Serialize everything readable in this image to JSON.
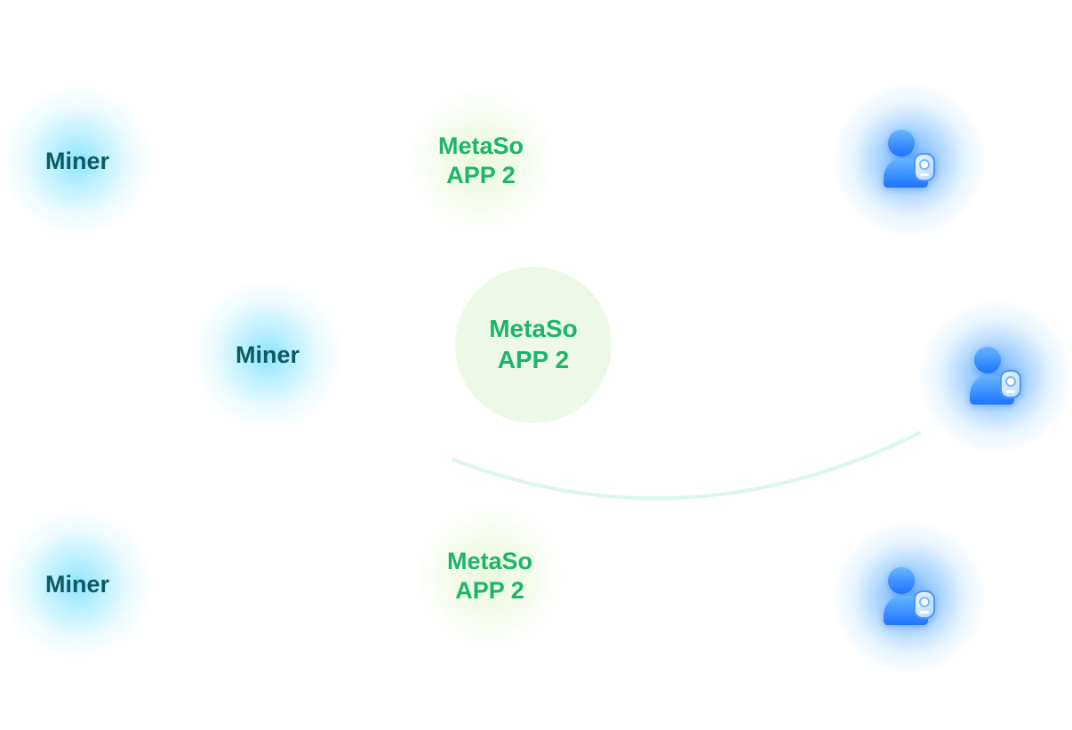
{
  "diagram": {
    "miners": [
      {
        "label": "Miner"
      },
      {
        "label": "Miner"
      },
      {
        "label": "Miner"
      }
    ],
    "apps": [
      {
        "line1": "MetaSo",
        "line2": "APP 2"
      },
      {
        "line1": "MetaSo",
        "line2": "APP 2"
      },
      {
        "line1": "MetaSo",
        "line2": "APP 2"
      }
    ],
    "users": [
      {
        "icon": "user-icon"
      },
      {
        "icon": "user-icon"
      },
      {
        "icon": "user-icon"
      }
    ],
    "colors": {
      "miner_text": "#0b5b63",
      "app_text": "#1cb56a",
      "user_blue": "#2f88ff",
      "connector": "#d8f4f1"
    }
  }
}
